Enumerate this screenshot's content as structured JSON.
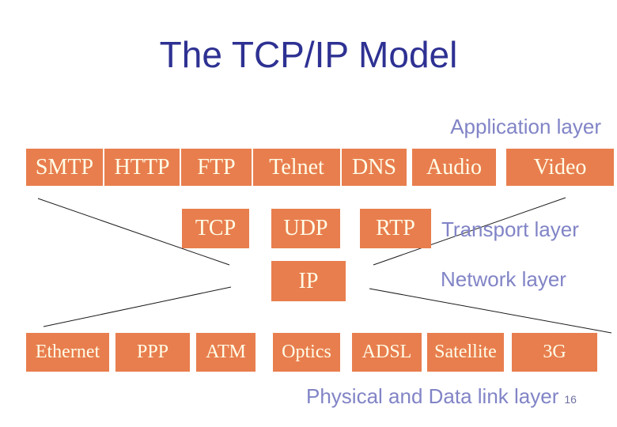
{
  "slide": {
    "title": "The TCP/IP Model",
    "page_number": "16"
  },
  "layers": {
    "application": "Application layer",
    "transport": "Transport layer",
    "network": "Network layer",
    "physical": "Physical and Data link layer"
  },
  "protocols": {
    "application": [
      "SMTP",
      "HTTP",
      "FTP",
      "Telnet",
      "DNS",
      "Audio",
      "Video"
    ],
    "transport": [
      "TCP",
      "UDP",
      "RTP"
    ],
    "network": [
      "IP"
    ],
    "physical": [
      "Ethernet",
      "PPP",
      "ATM",
      "Optics",
      "ADSL",
      "Satellite",
      "3G"
    ]
  },
  "colors": {
    "box_fill": "#E87E4E",
    "box_text": "#FFFDE8",
    "title": "#2E3192",
    "layer_label": "#8184C6",
    "page_number": "#6F71A0",
    "connector_line": "#1a1a1a"
  }
}
